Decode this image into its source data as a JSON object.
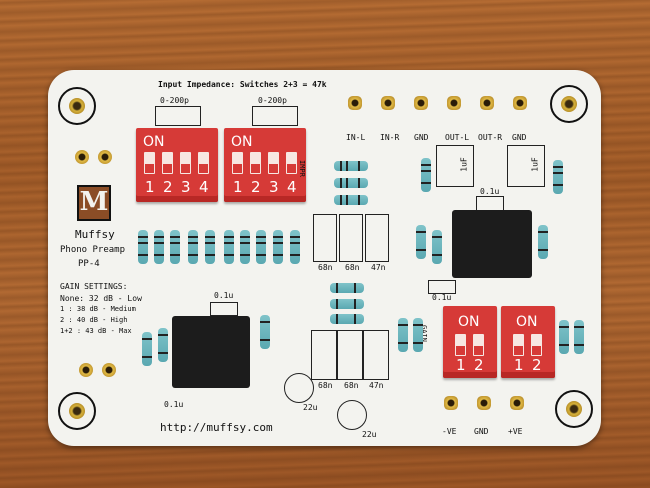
{
  "board": {
    "impedance_note": "Input Impedance: Switches 2+3 = 47k",
    "dip_cap_label_1": "0-200p",
    "dip_cap_label_2": "0-200p",
    "impr_label": "IMPR",
    "header_in_l": "IN-L",
    "header_in_r": "IN-R",
    "header_gnd_1": "GND",
    "header_out_l": "OUT-L",
    "header_out_r": "OUT-R",
    "header_gnd_2": "GND",
    "cap_1uf_1": "1uF",
    "cap_1uf_2": "1uF",
    "cap_01u_top": "0.1u",
    "cap_01u_mid": "0.1u",
    "cap_01u_left": "0.1u",
    "cap_01u_left_bottom": "0.1u",
    "cap_row1": [
      "68n",
      "68n",
      "47n"
    ],
    "cap_row2": [
      "68n",
      "68n",
      "47n"
    ],
    "cap_22u_1": "22u",
    "cap_22u_2": "22u",
    "gain_label": "GAIN",
    "brand_logo": "M",
    "brand_name": "Muffsy",
    "product_line1": "Phono Preamp",
    "product_line2": "PP-4",
    "gain_title": "GAIN SETTINGS:",
    "gain_rows": [
      "None: 32 dB - Low",
      "  1  : 38 dB - Medium",
      "  2  : 40 dB - High",
      "1+2 : 43 dB - Max"
    ],
    "url": "http://muffsy.com",
    "power_neg": "-VE",
    "power_gnd": "GND",
    "power_pos": "+VE",
    "dip4_on": "ON",
    "dip4_nums": [
      "1",
      "2",
      "3",
      "4"
    ],
    "dip2_on": "ON",
    "dip2_nums": [
      "1",
      "2"
    ]
  }
}
